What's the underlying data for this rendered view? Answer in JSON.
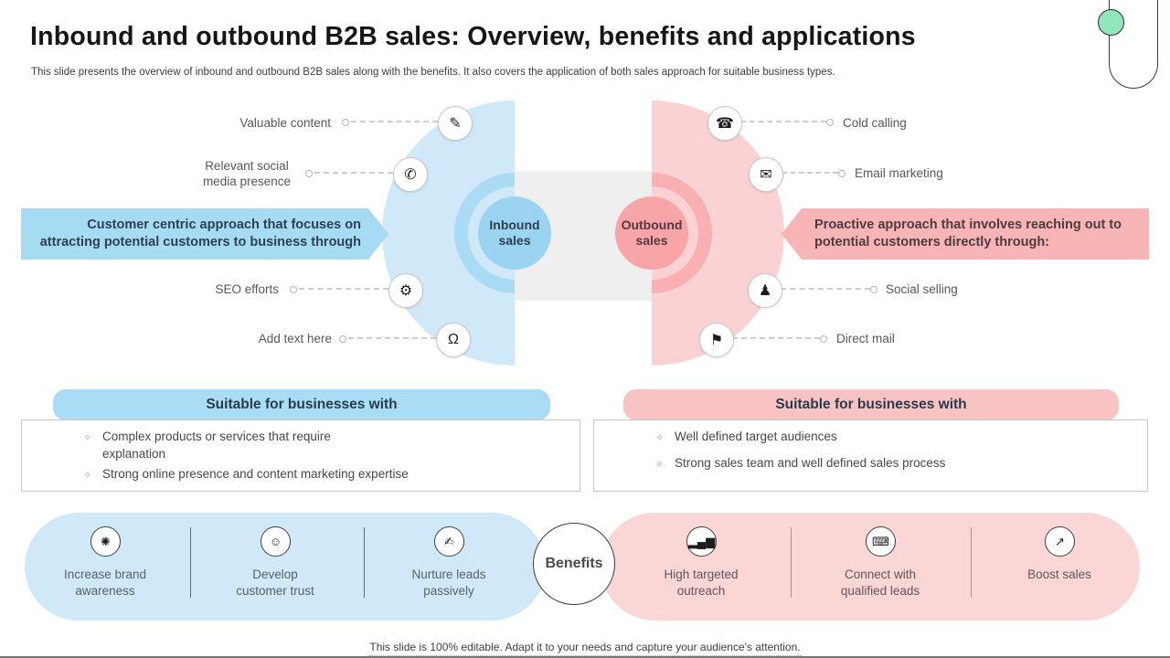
{
  "header": {
    "title": "Inbound and outbound B2B sales: Overview, benefits and applications",
    "subtitle": "This slide presents the overview of inbound and outbound B2B sales along with the benefits. It also covers the application of both sales approach for suitable business types."
  },
  "colors": {
    "inbound_light": "#cfe9f8",
    "inbound_accent": "#9bd4f1",
    "outbound_light": "#fbd2d4",
    "outbound_accent": "#f7a5a7",
    "center_gray": "#efeff0",
    "green_badge": "#90e7bd",
    "dark_text": "#2b3f4e"
  },
  "inbound": {
    "circle_label": "Inbound\nsales",
    "callout": "Customer centric approach that focuses on\nattracting potential customers to business through",
    "items": [
      {
        "label": "Valuable content",
        "glyph": "✎"
      },
      {
        "label": "Relevant social\nmedia presence",
        "glyph": "✆"
      },
      {
        "label": "SEO efforts",
        "glyph": "⚙"
      },
      {
        "label": "Add text here",
        "glyph": "Ω"
      }
    ],
    "suitable": {
      "header": "Suitable for businesses with",
      "bullets": [
        "Complex products or services that require\nexplanation",
        "Strong online presence and content marketing expertise"
      ]
    },
    "benefits": [
      {
        "label": "Increase brand\nawareness",
        "glyph": "✺"
      },
      {
        "label": "Develop\ncustomer trust",
        "glyph": "☺"
      },
      {
        "label": "Nurture leads\npassively",
        "glyph": "✍"
      }
    ]
  },
  "outbound": {
    "circle_label": "Outbound\nsales",
    "callout": "Proactive approach that involves reaching out to\npotential customers directly through:",
    "items": [
      {
        "label": "Cold calling",
        "glyph": "☎"
      },
      {
        "label": "Email marketing",
        "glyph": "✉"
      },
      {
        "label": "Social selling",
        "glyph": "♟"
      },
      {
        "label": "Direct mail",
        "glyph": "⚑"
      }
    ],
    "suitable": {
      "header": "Suitable for businesses with",
      "bullets": [
        "Well defined target audiences",
        "Strong sales team and well defined sales process"
      ]
    },
    "benefits": [
      {
        "label": "High targeted\noutreach",
        "glyph": "▂▄▆"
      },
      {
        "label": "Connect with\nqualified leads",
        "glyph": "⌨"
      },
      {
        "label": "Boost sales",
        "glyph": "↗"
      }
    ]
  },
  "benefits_hub": {
    "label": "Benefits"
  },
  "footer": {
    "note": "This slide is 100% editable. Adapt it to your needs and capture your audience's attention."
  }
}
